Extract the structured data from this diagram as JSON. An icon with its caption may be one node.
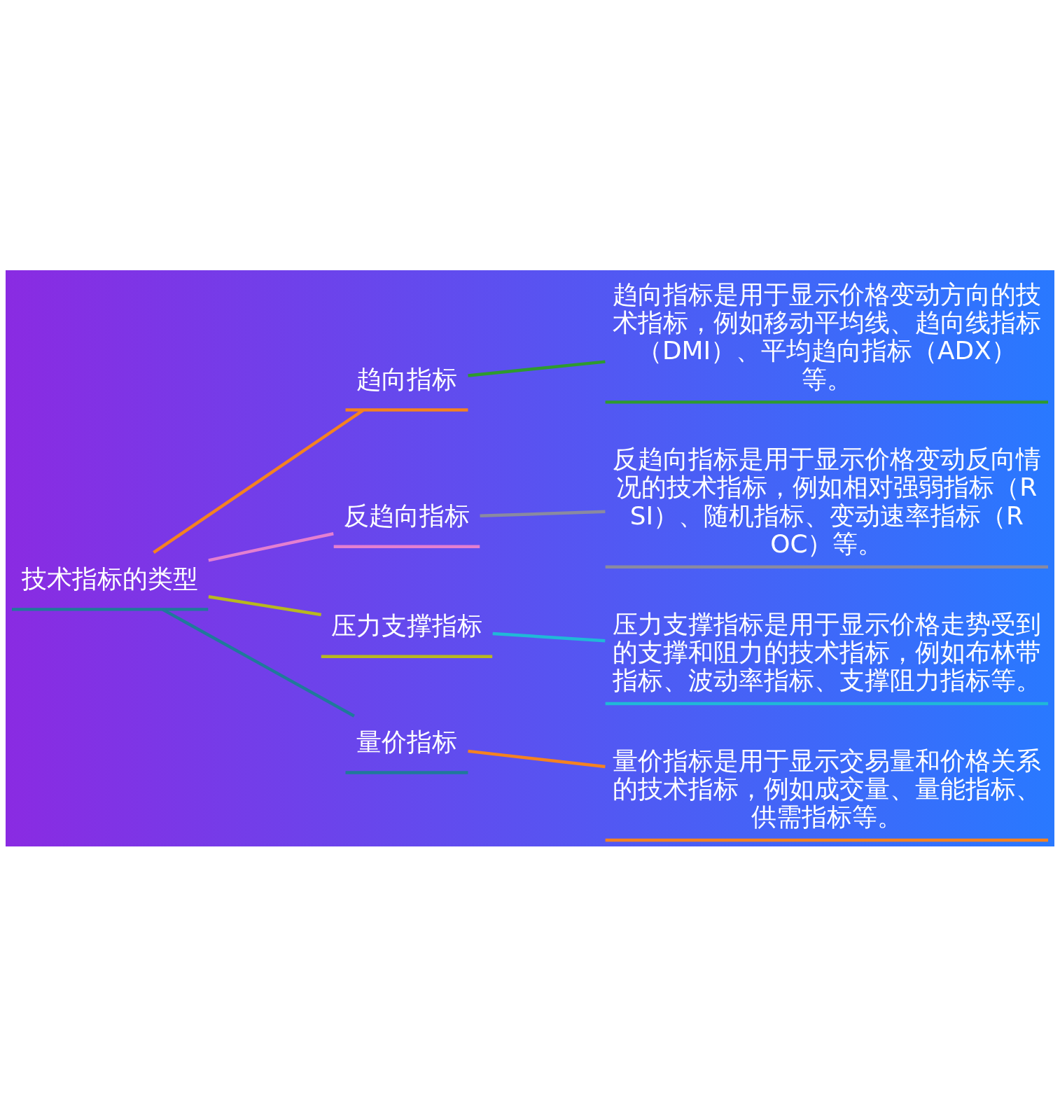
{
  "diagram": {
    "nodes": [
      {
        "text": [
          "技术指标的类型"
        ]
      },
      {
        "text": [
          "趋向指标"
        ]
      },
      {
        "text": [
          "反趋向指标"
        ]
      },
      {
        "text": [
          "压力支撑指标"
        ]
      },
      {
        "text": [
          "量价指标"
        ]
      },
      {
        "text": [
          "趋向指标是用于显示价格变动方向的技术指标，例如移动平均线、趋向线指标（DMI）、平均趋向指标（ADX）等。"
        ]
      },
      {
        "text": [
          "反趋向指标是用于显示价格变动反向情况的技术指标，例如相对强弱指标（RSI）、随机指标、变动速率指标（ROC）等。"
        ]
      },
      {
        "text": [
          "压力支撑指标是用于显示价格走势受到的支撑和阻力的技术指标，例如布林带指标、波动率指标、支撑阻力指标等。"
        ]
      },
      {
        "text": [
          "量价指标是用于显示交易量和价格关系的技术指标，例如成交量、量能指标、供需指标等。"
        ]
      }
    ],
    "edges": [
      {
        "from": 0,
        "to": 1,
        "arrow": "none",
        "color": "#f58220"
      },
      {
        "from": 0,
        "to": 2,
        "arrow": "none",
        "color": "#e47fd0"
      },
      {
        "from": 0,
        "to": 3,
        "arrow": "none",
        "color": "#b8b820"
      },
      {
        "from": 0,
        "to": 4,
        "arrow": "none",
        "color": "#1f7a9a"
      },
      {
        "from": 1,
        "to": 5,
        "arrow": "none",
        "color": "#2e9a2e"
      },
      {
        "from": 2,
        "to": 6,
        "arrow": "none",
        "color": "#8a8aa0"
      },
      {
        "from": 3,
        "to": 7,
        "arrow": "none",
        "color": "#20b8d8"
      },
      {
        "from": 4,
        "to": 8,
        "arrow": "none",
        "color": "#f58220"
      }
    ]
  }
}
